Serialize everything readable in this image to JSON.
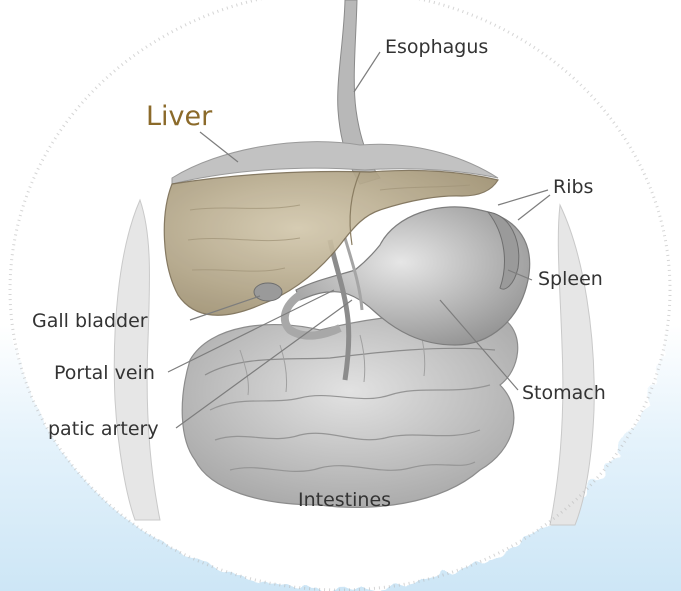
{
  "colors": {
    "liver_label": "#8b6a2a",
    "label_text": "#333333",
    "liver_fill": "#b9ab8c",
    "organ_gray": "#9d9d9d",
    "leader_line": "#7d7d7d",
    "background_blue": "#cde6f6"
  },
  "labels": {
    "liver": "Liver",
    "esophagus": "Esophagus",
    "ribs": "Ribs",
    "spleen": "Spleen",
    "gall_bladder": "Gall bladder",
    "portal_vein": "Portal vein",
    "hepatic_artery": "patic artery",
    "stomach": "Stomach",
    "intestines": "Intestines"
  }
}
